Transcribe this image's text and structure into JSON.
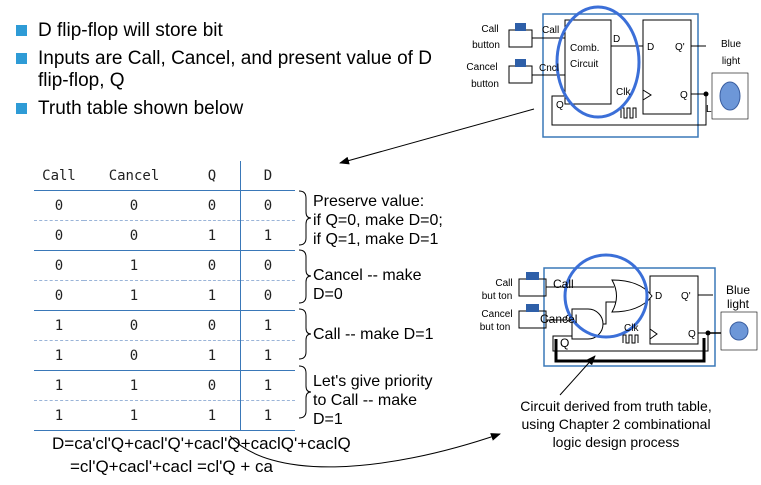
{
  "bullets": [
    "D flip-flop will store bit",
    "Inputs are Call, Cancel, and present value of D flip-flop, Q",
    "Truth table shown below"
  ],
  "truth_table": {
    "headers": [
      "Call",
      "Cancel",
      "Q",
      "D"
    ],
    "rows": [
      [
        "0",
        "0",
        "0",
        "0"
      ],
      [
        "0",
        "0",
        "1",
        "1"
      ],
      [
        "0",
        "1",
        "0",
        "0"
      ],
      [
        "0",
        "1",
        "1",
        "0"
      ],
      [
        "1",
        "0",
        "0",
        "1"
      ],
      [
        "1",
        "0",
        "1",
        "1"
      ],
      [
        "1",
        "1",
        "0",
        "1"
      ],
      [
        "1",
        "1",
        "1",
        "1"
      ]
    ]
  },
  "annotations": {
    "preserve": [
      "Preserve value:",
      " if Q=0, make D=0;",
      " if Q=1, make D=1"
    ],
    "cancel": [
      "Cancel -- make",
      "D=0"
    ],
    "call": "Call -- make D=1",
    "priority": [
      "Let's give priority",
      "to Call -- make",
      "D=1"
    ]
  },
  "equation": {
    "line1": "D=ca'cl'Q+cacl'Q'+cacl'Q+caclQ'+caclQ",
    "line2": "=cl'Q+cacl'+cacl =cl'Q + ca"
  },
  "circuit_top": {
    "call_button": [
      "Call",
      "button"
    ],
    "cancel_button": [
      "Cancel",
      "button"
    ],
    "call_wire": "Call",
    "cancel_wire": "Cncl",
    "comb_block": [
      "Comb.",
      "Circuit"
    ],
    "d_out": "D",
    "ff_d": "D",
    "ff_qbar": "Q'",
    "ff_clk": "Clk",
    "ff_q": "Q",
    "q_feedback": "Q",
    "l_label": "L",
    "blue_light": [
      "Blue",
      "light"
    ]
  },
  "circuit_bottom": {
    "call_button": [
      "Call",
      "but ton"
    ],
    "cancel_button": [
      "Cancel",
      "but ton"
    ],
    "call_wire": "Call",
    "cancel_wire": "Cancel",
    "q_feedback": "Q",
    "ff_d": "D",
    "ff_qbar": "Q'",
    "ff_clk": "Clk",
    "ff_q": "Q",
    "blue_light": [
      "Blue",
      "light"
    ]
  },
  "caption": [
    "Circuit derived from truth table,",
    "using Chapter 2 combinational",
    "logic design process"
  ],
  "colors": {
    "bullet": "#2e9bd6",
    "table_line": "#3a78b8",
    "highlight": "#3b6fd8",
    "lamp": "#6d97d8"
  }
}
